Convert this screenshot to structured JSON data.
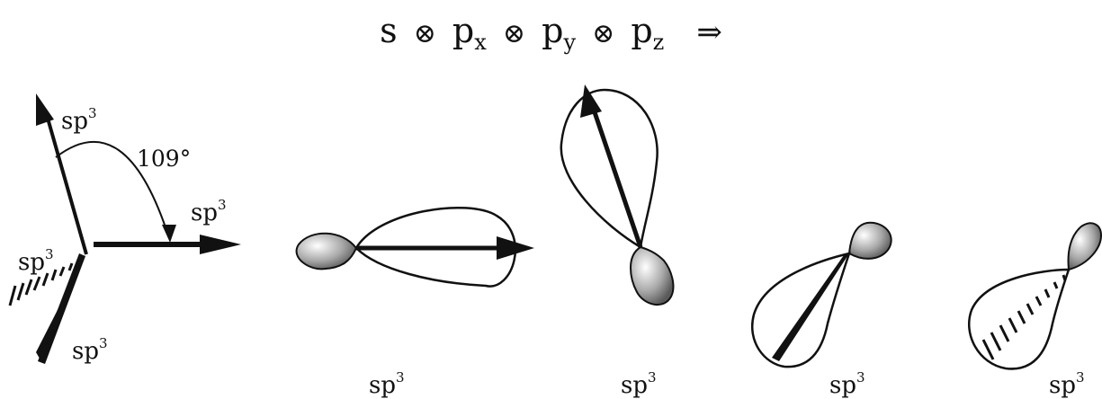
{
  "title": {
    "s": "s",
    "op": "⊗",
    "p": "p",
    "sub_x": "x",
    "sub_y": "y",
    "sub_z": "z",
    "arrow": "⇒"
  },
  "labels": {
    "sp3": "sp",
    "sup3": "3",
    "angle": "109°"
  },
  "colors": {
    "ink": "#111111",
    "lobe_shade_dark": "#6a6a6a",
    "lobe_shade_light": "#ffffff"
  }
}
